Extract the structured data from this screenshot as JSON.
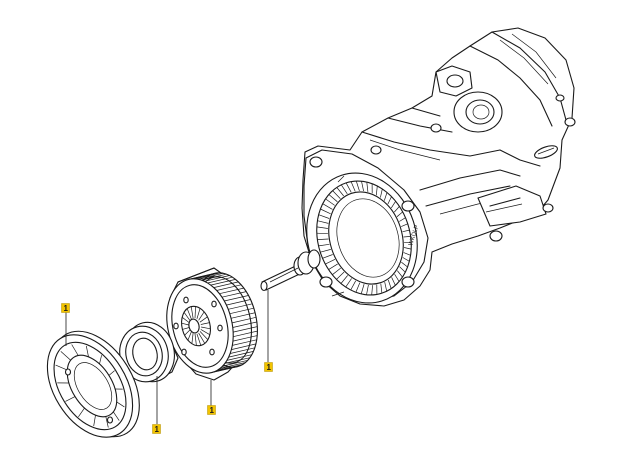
{
  "callouts": [
    {
      "label": "1"
    },
    {
      "label": "1"
    },
    {
      "label": "1"
    },
    {
      "label": "1"
    }
  ],
  "housing_stamp": "WKDLP",
  "callout_color": "#f3c400"
}
